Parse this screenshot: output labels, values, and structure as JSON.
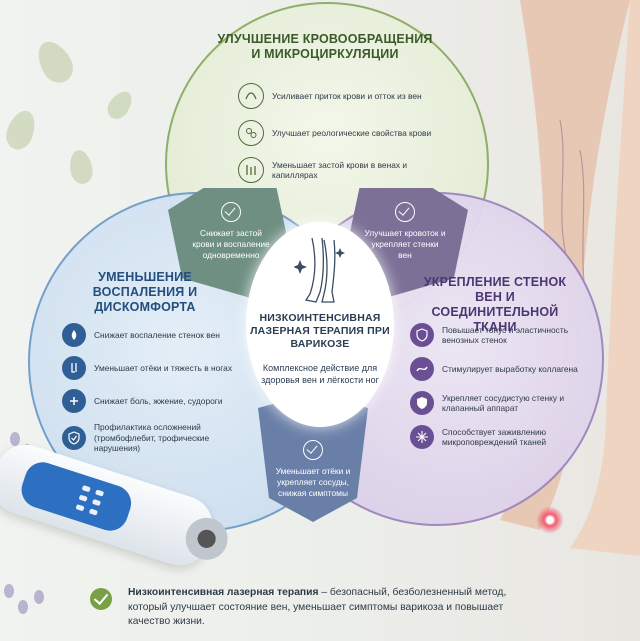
{
  "green": {
    "title": "УЛУЧШЕНИЕ КРОВООБРАЩЕНИЯ И МИКРОЦИРКУЛЯЦИИ",
    "items": [
      {
        "icon": "blood-flow-icon",
        "text": "Усиливает приток крови и отток из вен"
      },
      {
        "icon": "blood-cells-icon",
        "text": "Улучшает реологические свойства крови"
      },
      {
        "icon": "vessels-icon",
        "text": "Уменьшает застой крови в венах и капиллярах"
      }
    ],
    "color": "#3c5a2a"
  },
  "blue": {
    "title": "УМЕНЬШЕНИЕ ВОСПАЛЕНИЯ И ДИСКОМФОРТА",
    "items": [
      {
        "icon": "inflammation-icon",
        "text": "Снижает воспаление стенок вен"
      },
      {
        "icon": "legs-heaviness-icon",
        "text": "Уменьшает отёки и тяжесть в ногах"
      },
      {
        "icon": "pain-relief-icon",
        "text": "Снижает боль, жжение, судороги"
      },
      {
        "icon": "shield-check-icon",
        "text": "Профилактика осложнений (тромбофлебит, трофические нарушения)"
      }
    ],
    "color": "#244e7e"
  },
  "purple": {
    "title": "УКРЕПЛЕНИЕ СТЕНОК ВЕН И СОЕДИНИТЕЛЬНОЙ ТКАНИ",
    "items": [
      {
        "icon": "vein-shield-icon",
        "text": "Повышает тонус и эластичность венозных стенок"
      },
      {
        "icon": "collagen-icon",
        "text": "Стимулирует выработку коллагена"
      },
      {
        "icon": "vessel-strength-icon",
        "text": "Укрепляет сосудистую стенку и клапанный аппарат"
      },
      {
        "icon": "healing-icon",
        "text": "Способствует заживлению микроповреждений тканей"
      }
    ],
    "color": "#4b3572"
  },
  "overlaps": {
    "green_blue": "Снижает застой крови и воспаление одновременно",
    "green_purple": "Улучшает кровоток и укрепляет стенки вен",
    "blue_purple": "Уменьшает отёки и укрепляет сосуды, снижая симптомы"
  },
  "center": {
    "title": "НИЗКОИНТЕНСИВНАЯ ЛАЗЕРНАЯ ТЕРАПИЯ ПРИ ВАРИКОЗЕ",
    "subtitle": "Комплексное действие для здоровья вен и лёгкости ног",
    "icon": "legs-sparkle-icon"
  },
  "footer": {
    "bold": "Низкоинтенсивная лазерная терапия",
    "text": " – безопасный, безболезненный метод, который улучшает состояние вен, уменьшает симптомы варикоза и повышает качество жизни.",
    "icon": "check-circle-icon"
  }
}
